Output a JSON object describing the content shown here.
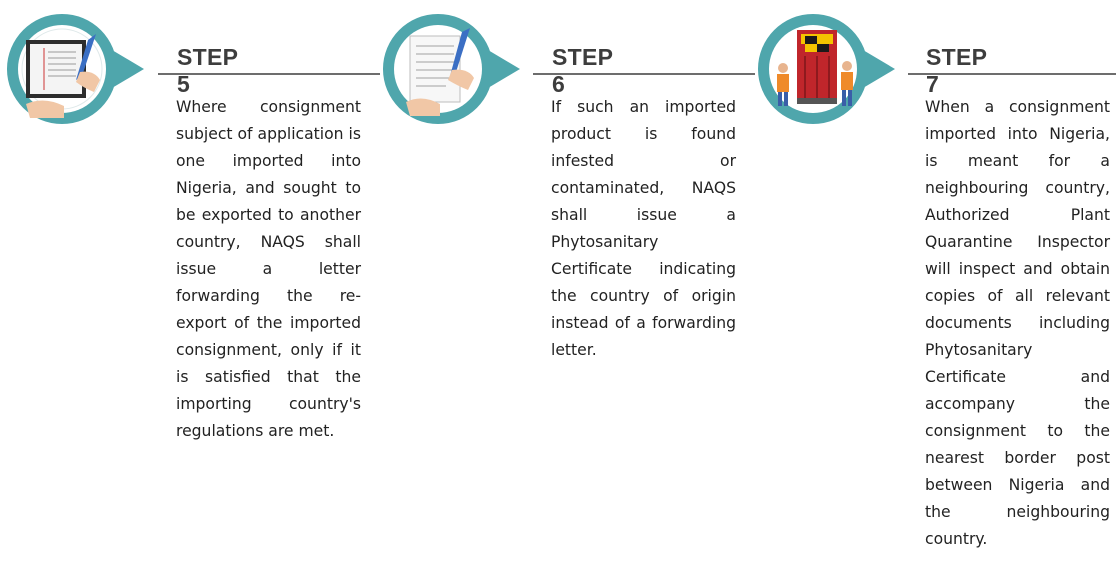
{
  "steps": [
    {
      "title": "STEP 5",
      "icon": "document-signing-icon",
      "text": "Where consignment subject of application is one imported into Nigeria, and sought to be exported to another country, NAQS shall issue a letter forwarding the re-export of the imported consignment, only if it is satisfied that the importing country's regulations are met."
    },
    {
      "title": "STEP 6",
      "icon": "certificate-signing-icon",
      "text": "If such an imported product is found infested or contaminated, NAQS shall issue a Phytosanitary Certificate indicating the country of origin instead of a forwarding letter."
    },
    {
      "title": "STEP 7",
      "icon": "truck-inspectors-icon",
      "text": "When a consignment imported into Nigeria, is meant for a neighbouring country, Authorized Plant Quarantine Inspector will inspect and obtain copies of all relevant documents including Phytosanitary Certificate and accompany the consignment to the nearest border post between Nigeria and the neighbouring country."
    }
  ],
  "colors": {
    "teal_ring": "#4fa6ac",
    "rule": "#6d6d6d",
    "heading": "#3d3d3d"
  }
}
